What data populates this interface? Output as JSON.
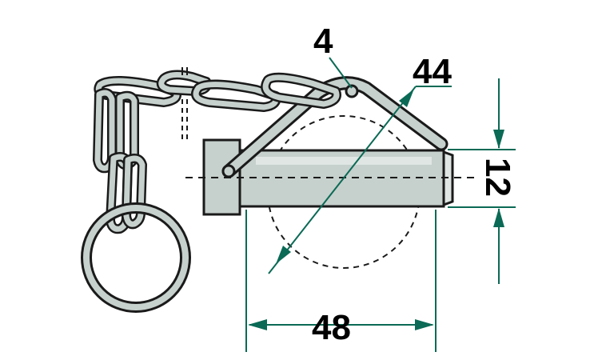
{
  "dimensions": {
    "wire_diameter": "4",
    "ring_diameter": "44",
    "pin_length": "48",
    "pin_diameter": "12"
  },
  "colors": {
    "outline": "#1a1a1a",
    "metal": "#c6d0cc",
    "metal_light": "#dfe6e3",
    "dimension_line": "#0a6a55",
    "background": "#ffffff"
  }
}
